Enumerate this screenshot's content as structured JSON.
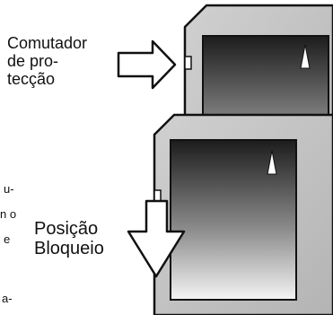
{
  "labels": {
    "protection_switch": [
      "Comutador",
      "de pro-",
      "tecção"
    ],
    "lock_position": [
      "Posição",
      "Bloqueio"
    ]
  },
  "margin_fragments": [
    "u-",
    "n o",
    "e",
    "a-"
  ],
  "icons": {
    "switch_pointer": "right-arrow-icon",
    "lock_pointer": "down-arrow-icon",
    "card_orientation": "triangle-icon"
  },
  "colors": {
    "card_body": "#c2c2c2",
    "card_outline": "#111111",
    "label_gradient_light": "#f2f2f2",
    "label_gradient_dark": "#1e1e1e"
  }
}
